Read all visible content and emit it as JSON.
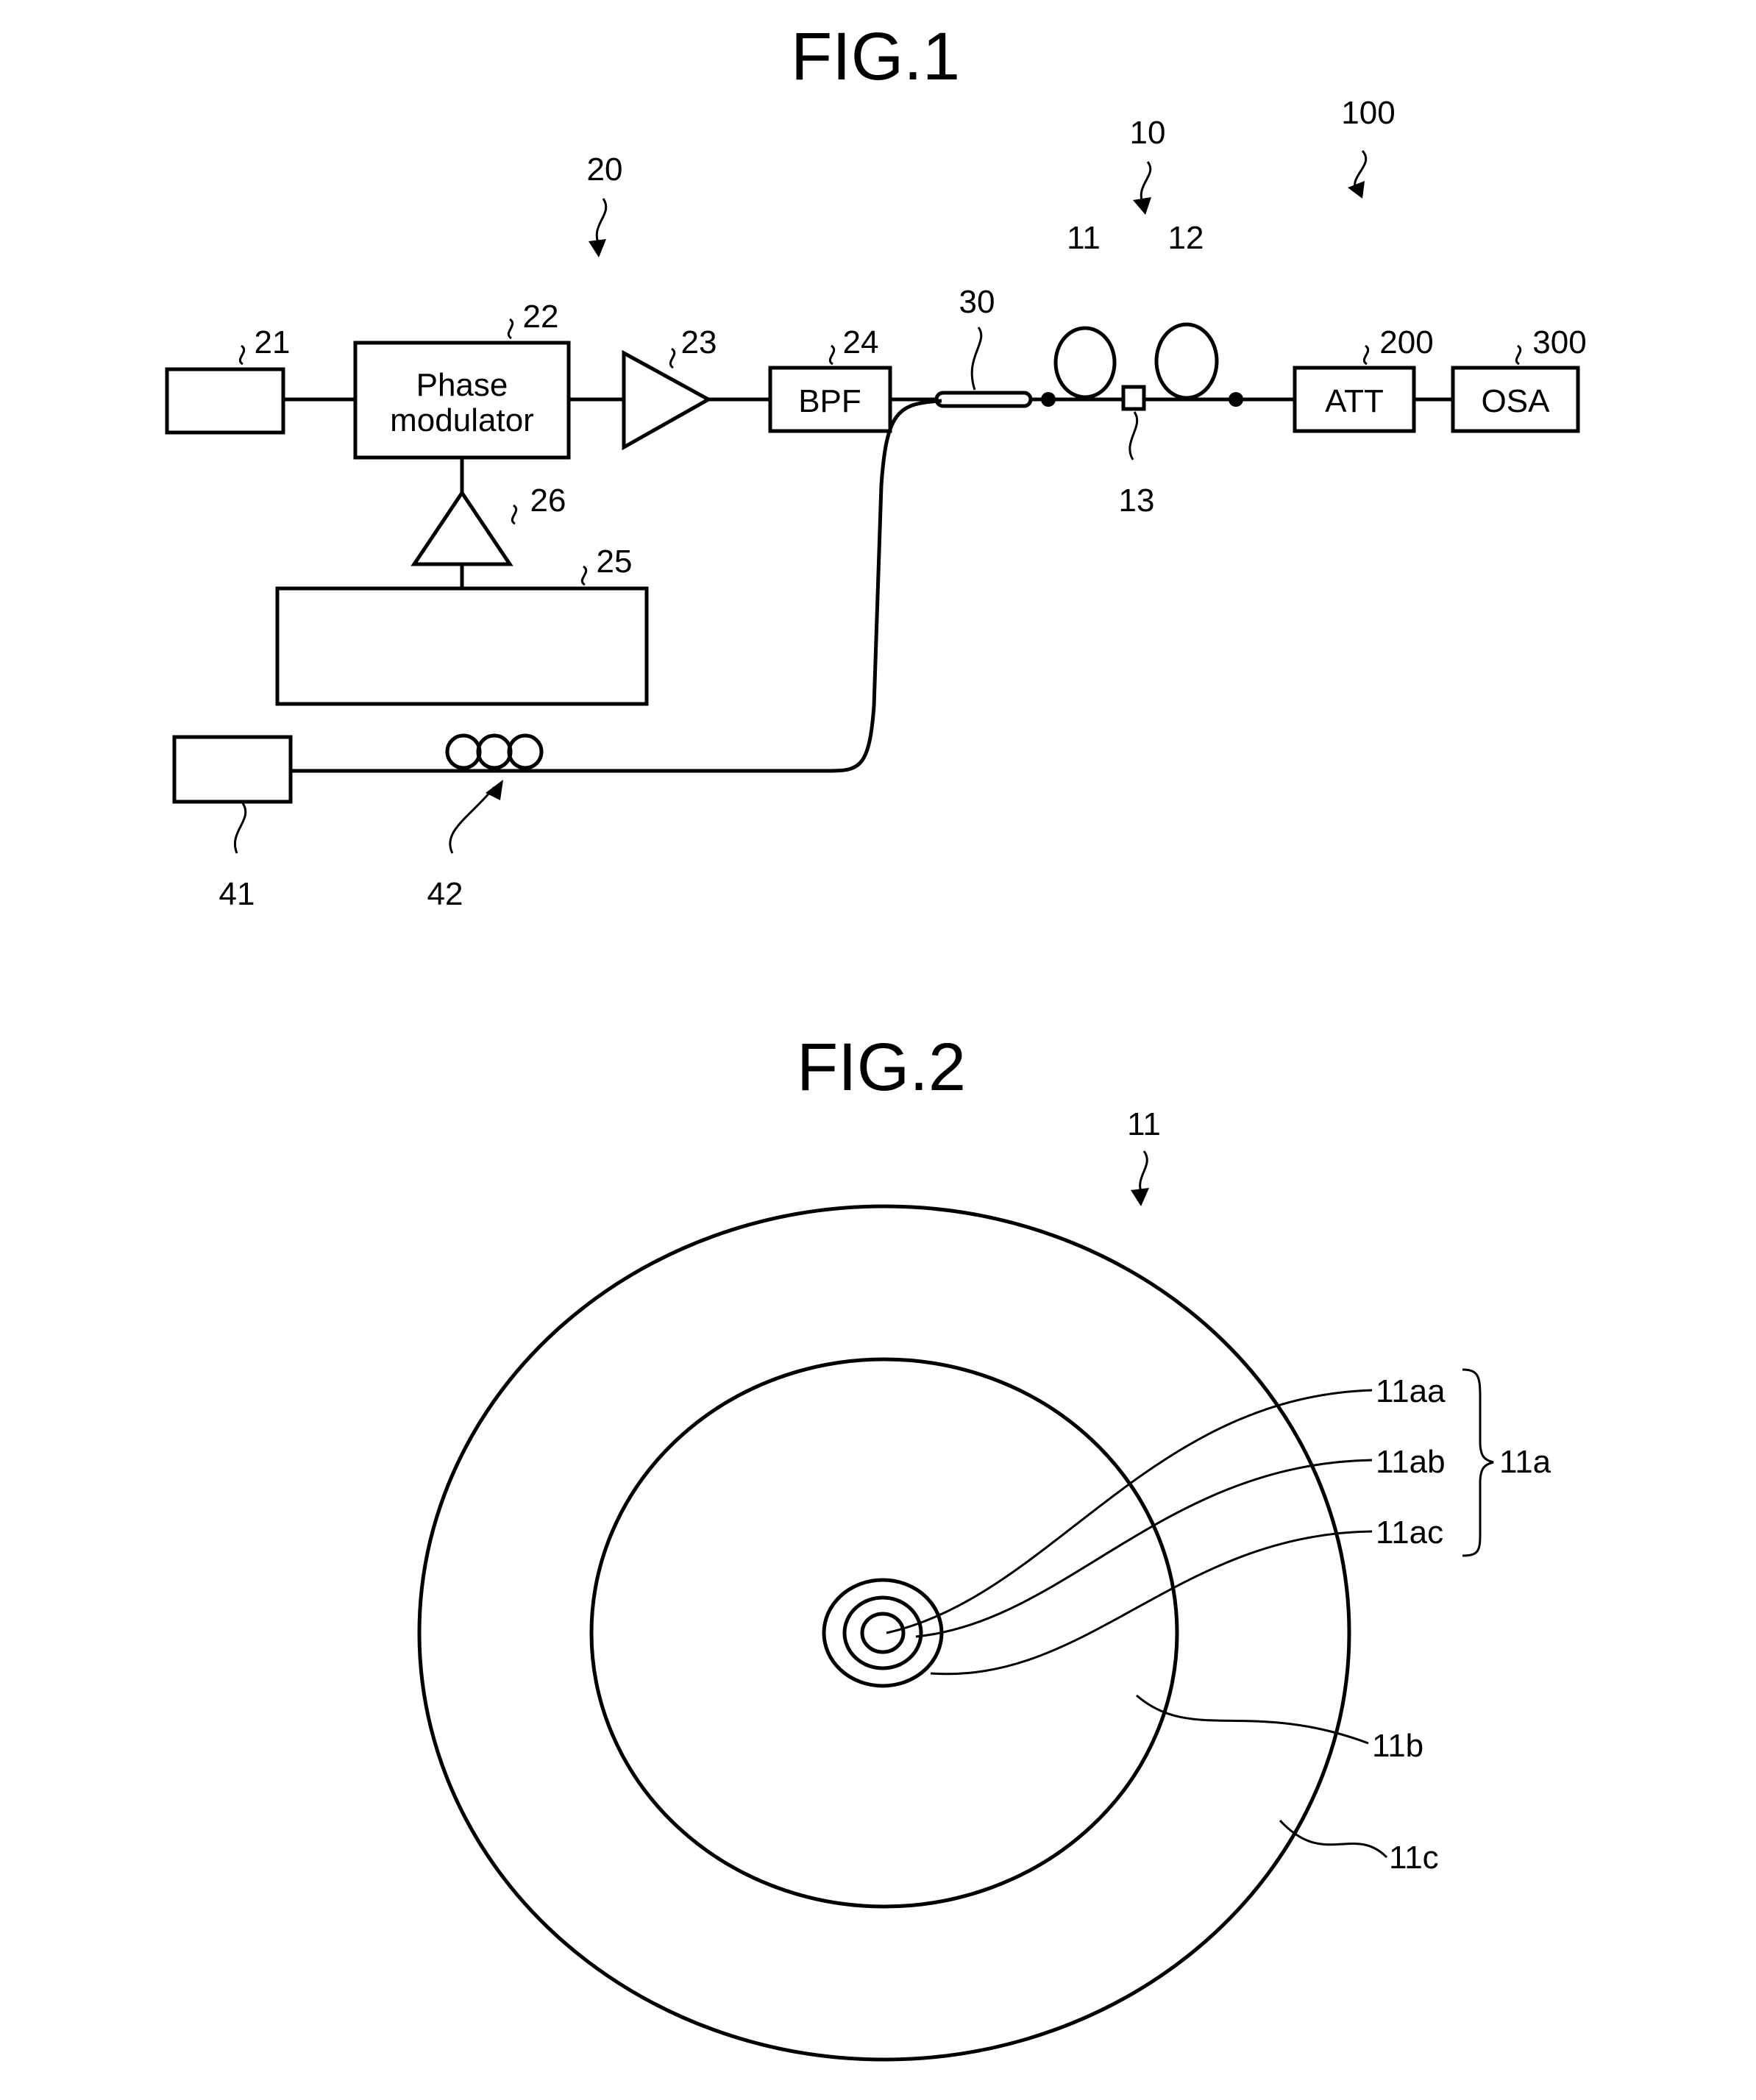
{
  "fig1": {
    "title": "FIG.1",
    "refs": {
      "r100": "100",
      "r10": "10",
      "r20": "20",
      "r11": "11",
      "r12": "12",
      "r13": "13",
      "r21": "21",
      "r22": "22",
      "r23": "23",
      "r24": "24",
      "r25": "25",
      "r26": "26",
      "r30": "30",
      "r41": "41",
      "r42": "42",
      "r200": "200",
      "r300": "300"
    },
    "blocks": {
      "phase_modulator_line1": "Phase",
      "phase_modulator_line2": "modulator",
      "bpf": "BPF",
      "att": "ATT",
      "osa": "OSA"
    }
  },
  "fig2": {
    "title": "FIG.2",
    "refs": {
      "r11": "11",
      "r11aa": "11aa",
      "r11ab": "11ab",
      "r11ac": "11ac",
      "r11a": "11a",
      "r11b": "11b",
      "r11c": "11c"
    }
  }
}
